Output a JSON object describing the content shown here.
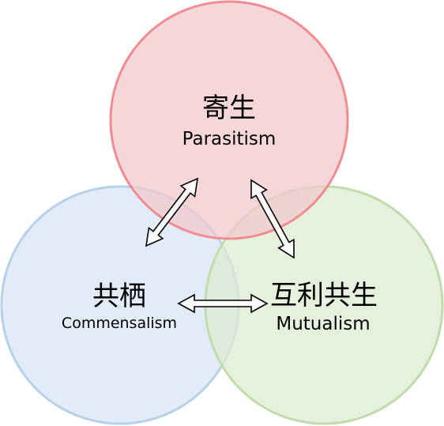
{
  "colors": {
    "parasitism_fill": "#f2c7ca",
    "parasitism_stroke": "#f08c91",
    "commensalism_fill": "#dbe8f6",
    "commensalism_stroke": "#b6d0ea",
    "mutualism_fill": "#dcebd2",
    "mutualism_stroke": "#bfdcaa",
    "arrow_stroke": "#000000",
    "arrow_fill": "#ffffff"
  },
  "nodes": {
    "parasitism": {
      "title": "寄生",
      "subtitle": "Parasitism"
    },
    "commensalism": {
      "title": "共栖",
      "subtitle": "Commensalism"
    },
    "mutualism": {
      "title": "互利共生",
      "subtitle": "Mutualism"
    }
  },
  "edges": [
    {
      "from": "parasitism",
      "to": "commensalism",
      "direction": "both"
    },
    {
      "from": "parasitism",
      "to": "mutualism",
      "direction": "both"
    },
    {
      "from": "commensalism",
      "to": "mutualism",
      "direction": "both"
    }
  ]
}
